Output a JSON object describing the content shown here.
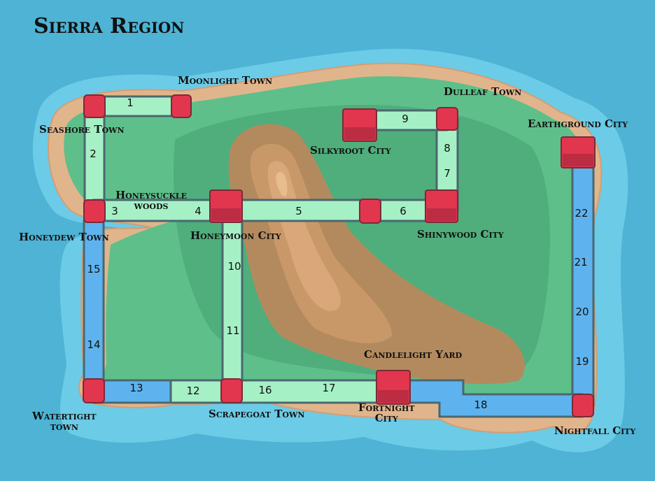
{
  "title": "Sierra Region",
  "places": {
    "moonlight_town": "Moonlight Town",
    "seashore_town": "Seashore Town",
    "dulleaf_town": "Dulleaf Town",
    "silkyroot_city": "Silkyroot City",
    "earthground_city": "Earthground City",
    "honeysuckle_woods": "Honeysuckle\nwoods",
    "honeydew_town": "Honeydew Town",
    "honeymoon_city": "Honeymoon City",
    "shinywood_city": "Shinywood City",
    "candlelight_yard": "Candlelight Yard",
    "watertight_town": "Watertight\ntown",
    "scrapegoat_town": "Scrapegoat Town",
    "fortnight_city": "Fortnight\nCity",
    "nightfall_city": "Nightfall City"
  },
  "routes": {
    "r1": "1",
    "r2": "2",
    "r3": "3",
    "r4": "4",
    "r5": "5",
    "r6": "6",
    "r7": "7",
    "r8": "8",
    "r9": "9",
    "r10": "10",
    "r11": "11",
    "r12": "12",
    "r13": "13",
    "r14": "14",
    "r15": "15",
    "r16": "16",
    "r17": "17",
    "r18": "18",
    "r19": "19",
    "r20": "20",
    "r21": "21",
    "r22": "22"
  },
  "colors": {
    "sea_deep": "#4eb3d4",
    "sea_shallow": "#6ccbe6",
    "beach": "#e1b58c",
    "grass": "#5fbf8a",
    "grass_dark": "#4fae7b",
    "mountain": "#b38a5e",
    "mountain_light": "#d9a77a",
    "route_land": "#a6f0c6",
    "route_sea": "#5eb3ee",
    "town": "#e2364f"
  }
}
